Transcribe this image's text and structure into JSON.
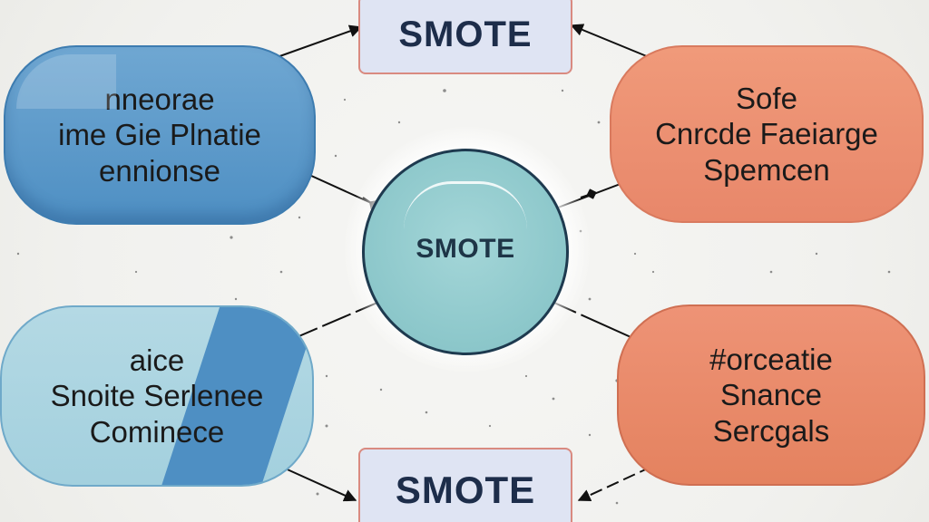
{
  "diagram": {
    "top_box": {
      "label": "SMOTE"
    },
    "bottom_box": {
      "label": "SMOTE"
    },
    "center": {
      "label": "SMOTE"
    },
    "nodes": {
      "top_left": {
        "lines": [
          "nneorae",
          "ime Gie Plnatie",
          "ennionse"
        ]
      },
      "bottom_left": {
        "lines": [
          "aice",
          "Snoite Serlenee",
          "Cominece"
        ]
      },
      "top_right": {
        "lines": [
          "Sofe",
          "Cnrcde Faeiarge",
          "Spemcen"
        ]
      },
      "bottom_right": {
        "lines": [
          "#orceatie",
          "Snance",
          "Sercgals"
        ]
      }
    },
    "colors": {
      "blue": "#4e8fc3",
      "light_blue": "#a3d0de",
      "salmon": "#e8876a",
      "teal": "#8fc9cc",
      "box_fill": "#dfe4f3",
      "box_border": "#d98a80",
      "dark_text": "#1d2d4a"
    }
  }
}
